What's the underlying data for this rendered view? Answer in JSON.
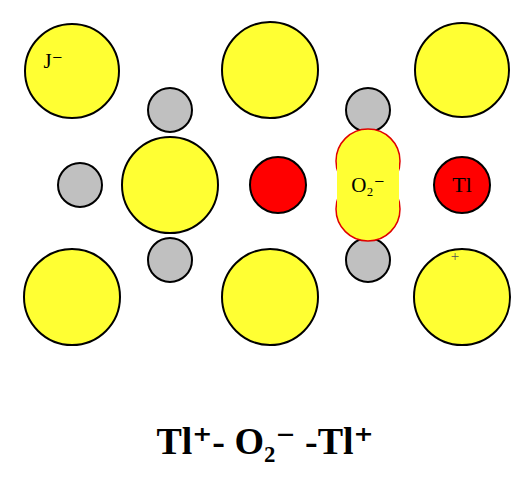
{
  "diagram": {
    "caption": "Tl⁺- O₂⁻ -Tl⁺",
    "nodes": [
      {
        "text": [
          "J⁻"
        ]
      },
      {
        "text": [
          "O₂⁻"
        ]
      },
      {
        "text": [
          "Tl"
        ]
      }
    ],
    "labels": [
      "+"
    ]
  }
}
